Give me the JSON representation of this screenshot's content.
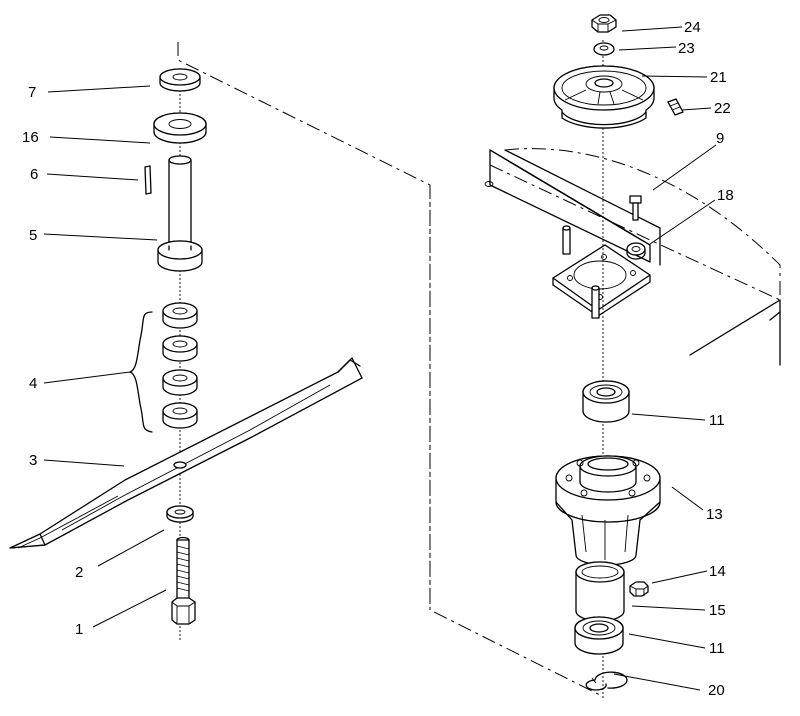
{
  "callouts": [
    {
      "id": "7",
      "text": "7"
    },
    {
      "id": "16",
      "text": "16"
    },
    {
      "id": "6",
      "text": "6"
    },
    {
      "id": "5",
      "text": "5"
    },
    {
      "id": "4",
      "text": "4"
    },
    {
      "id": "3",
      "text": "3"
    },
    {
      "id": "2",
      "text": "2"
    },
    {
      "id": "1",
      "text": "1"
    },
    {
      "id": "24",
      "text": "24"
    },
    {
      "id": "23",
      "text": "23"
    },
    {
      "id": "21",
      "text": "21"
    },
    {
      "id": "22",
      "text": "22"
    },
    {
      "id": "9",
      "text": "9"
    },
    {
      "id": "18",
      "text": "18"
    },
    {
      "id": "11a",
      "text": "11"
    },
    {
      "id": "13",
      "text": "13"
    },
    {
      "id": "14",
      "text": "14"
    },
    {
      "id": "15",
      "text": "15"
    },
    {
      "id": "11b",
      "text": "11"
    },
    {
      "id": "20",
      "text": "20"
    }
  ]
}
